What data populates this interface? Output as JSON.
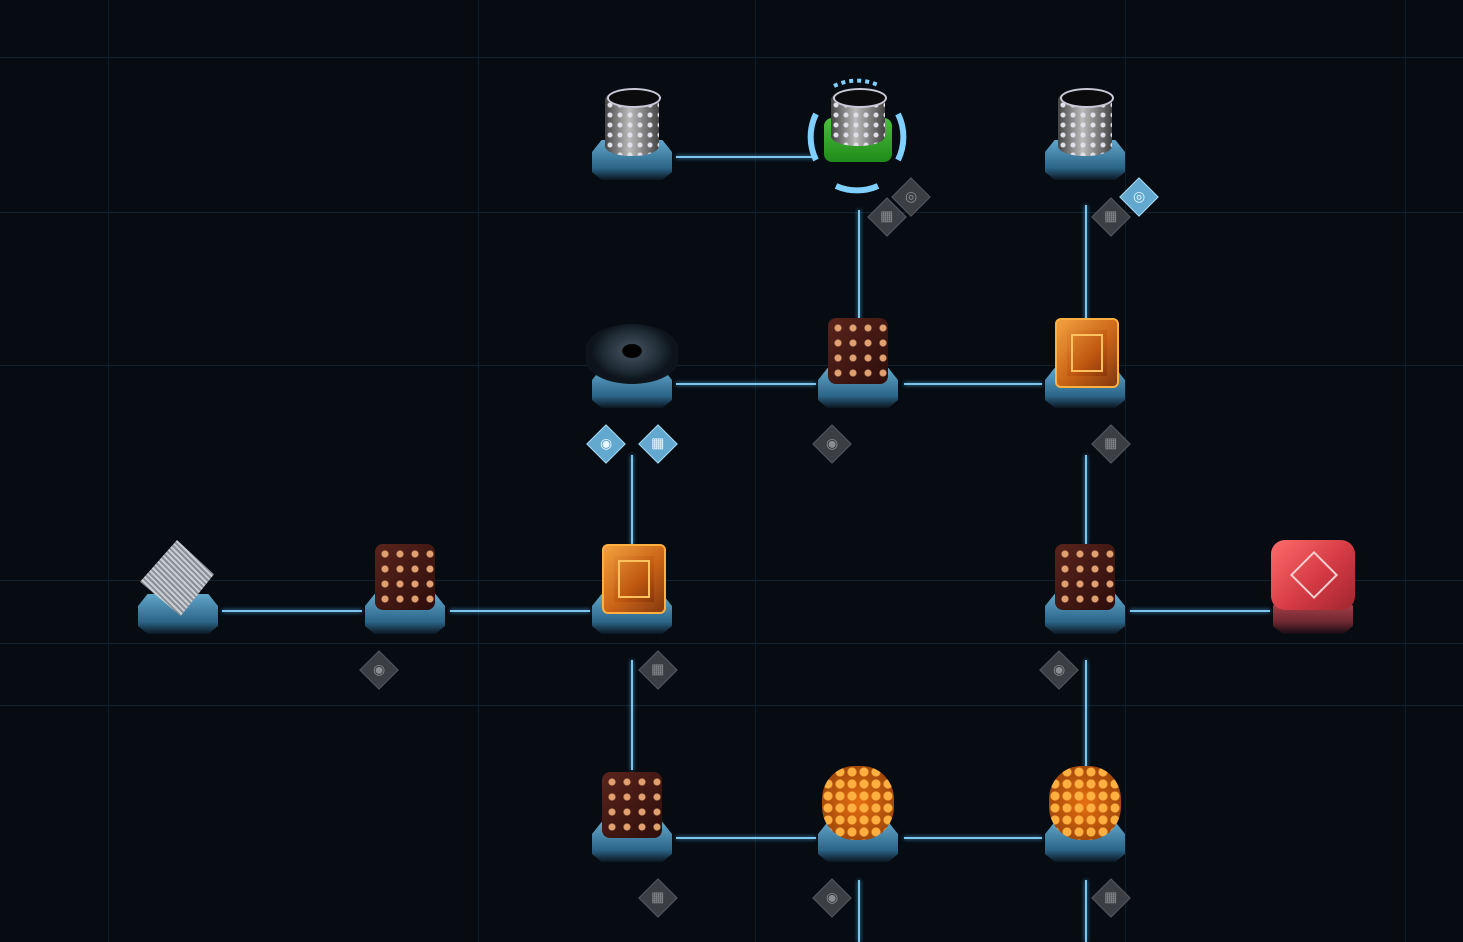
{
  "colors": {
    "background": "#070b12",
    "link": "#7cc6ee",
    "pedestal": "#6bb7de",
    "selected_ring": "#7fd0ff",
    "boss": "#e0434d"
  },
  "nodes": [
    {
      "id": "n-cyl-1",
      "type": "cylinder-node",
      "state": "cleared"
    },
    {
      "id": "n-cyl-selected",
      "type": "cylinder-node",
      "state": "selected",
      "badges": [
        "brick-icon",
        "target-icon"
      ]
    },
    {
      "id": "n-cyl-3",
      "type": "cylinder-node",
      "state": "available",
      "badges": [
        "brick-icon",
        "target-icon"
      ]
    },
    {
      "id": "n-torus",
      "type": "torus-node",
      "state": "cleared",
      "badges": [
        "spiral-icon",
        "brick-icon"
      ]
    },
    {
      "id": "n-cube-mid",
      "type": "rough-cube-node",
      "state": "locked",
      "badges": [
        "spiral-icon"
      ]
    },
    {
      "id": "n-cube-orange-top",
      "type": "glowing-cube-node",
      "state": "locked",
      "badges": [
        "brick-icon"
      ]
    },
    {
      "id": "n-prism",
      "type": "prism-node",
      "state": "start"
    },
    {
      "id": "n-cube-left",
      "type": "rough-cube-node",
      "state": "locked",
      "badges": [
        "spiral-icon"
      ]
    },
    {
      "id": "n-cube-orange-left",
      "type": "glowing-cube-node",
      "state": "locked",
      "badges": [
        "brick-icon"
      ]
    },
    {
      "id": "n-cube-right",
      "type": "rough-cube-node",
      "state": "locked",
      "badges": [
        "spiral-icon"
      ]
    },
    {
      "id": "n-boss",
      "type": "red-core-node",
      "state": "boss"
    },
    {
      "id": "n-cube-bottom",
      "type": "rough-cube-node",
      "state": "locked",
      "badges": [
        "brick-icon"
      ]
    },
    {
      "id": "n-fire-1",
      "type": "fire-cluster-node",
      "state": "locked",
      "badges": [
        "spiral-icon"
      ]
    },
    {
      "id": "n-fire-2",
      "type": "fire-cluster-node",
      "state": "locked",
      "badges": [
        "brick-icon"
      ]
    }
  ]
}
